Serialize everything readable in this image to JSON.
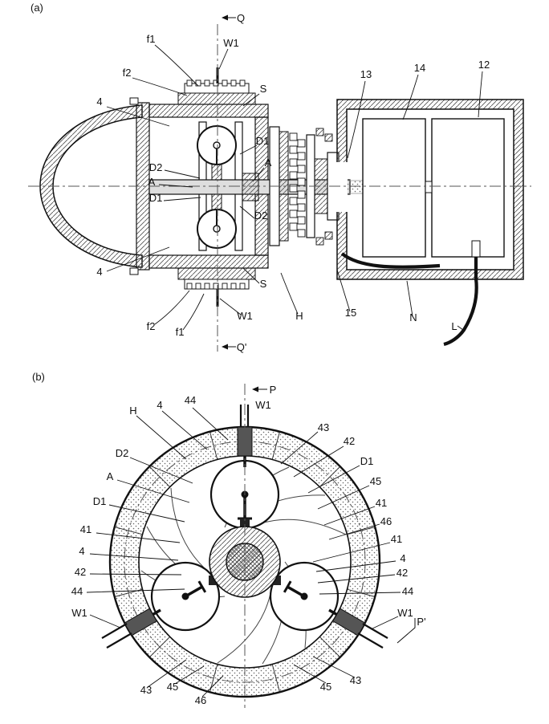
{
  "figure_a": {
    "tag": "(a)",
    "labels": {
      "q": "Q",
      "q_prime": "Q'",
      "f1_top": "f1",
      "f2_top": "f2",
      "w1_top": "W1",
      "s_top": "S",
      "n4_top": "4",
      "d1_upper": "D1",
      "a_right": "A",
      "d2_left": "D2",
      "a_left": "A",
      "d1_left": "D1",
      "d2_lower": "D2",
      "n13": "13",
      "n14": "14",
      "n12": "12",
      "n4_bottom": "4",
      "s_bottom": "S",
      "w1_bottom": "W1",
      "f2_bottom": "f2",
      "f1_bottom": "f1",
      "h": "H",
      "n15": "15",
      "n": "N",
      "l": "L"
    }
  },
  "figure_b": {
    "tag": "(b)",
    "labels": {
      "p": "P",
      "p_prime": "P'",
      "w1_top": "W1",
      "h": "H",
      "n4_top": "4",
      "n44_top": "44",
      "n43_tr": "43",
      "n42_tr": "42",
      "d1_right": "D1",
      "n45_r": "45",
      "n41_r1": "41",
      "n46_r": "46",
      "d2": "D2",
      "a": "A",
      "d1_left": "D1",
      "n41_l": "41",
      "n4_l": "4",
      "n42_l": "42",
      "n44_l": "44",
      "n41_r2": "41",
      "n4_r": "4",
      "n42_r": "42",
      "n44_r": "44",
      "w1_left": "W1",
      "w1_right": "W1",
      "n43_bl": "43",
      "n45_bl": "45",
      "n46_b": "46",
      "n45_br": "45",
      "n43_br": "43"
    }
  }
}
